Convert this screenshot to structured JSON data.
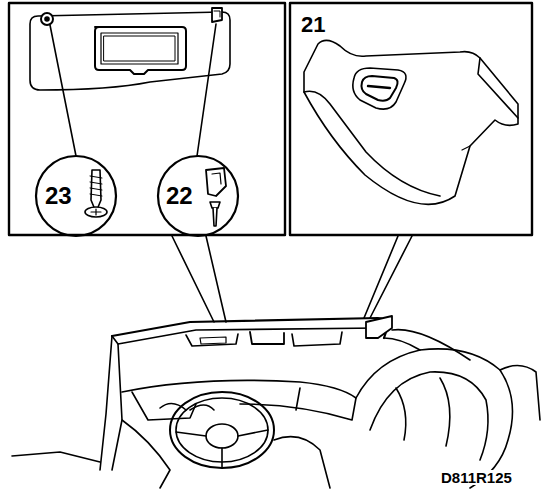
{
  "diagram": {
    "labels": [
      "21",
      "23",
      "22",
      "D811R125"
    ]
  }
}
